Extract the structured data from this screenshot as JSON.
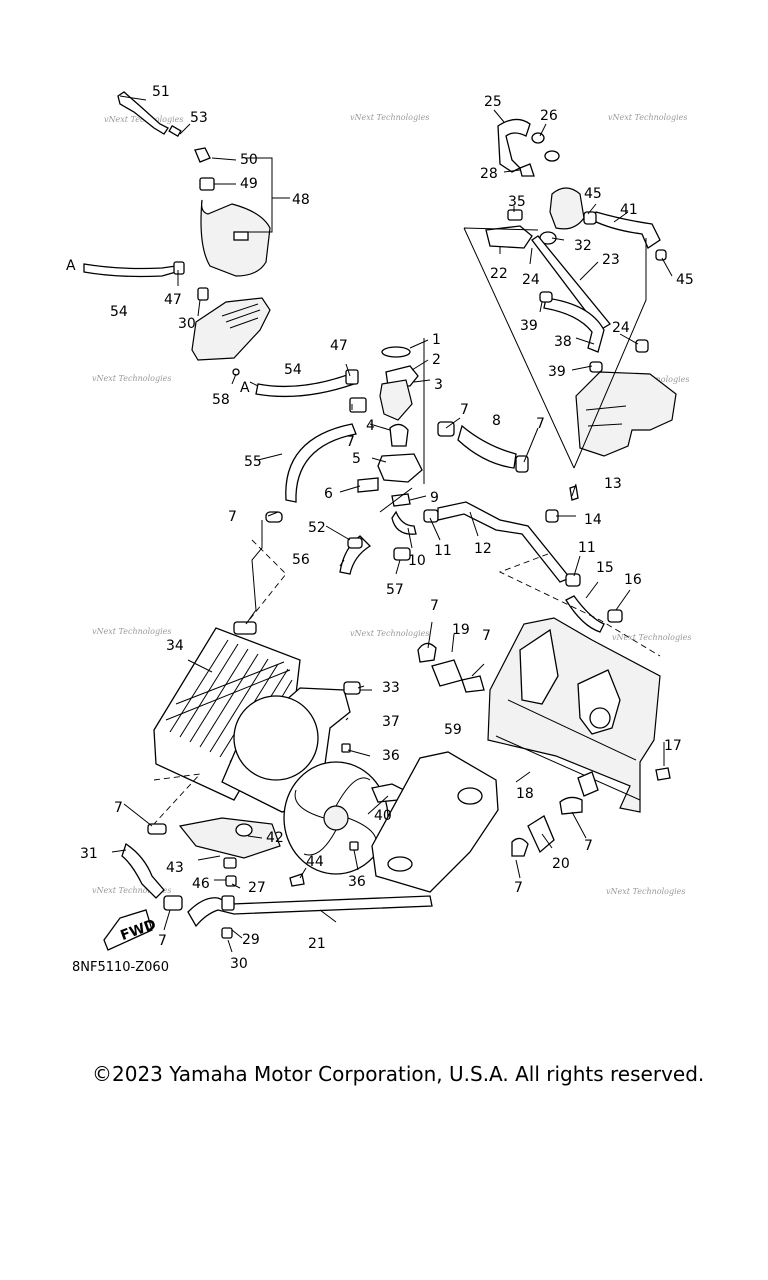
{
  "diagram": {
    "part_labels": [
      {
        "id": "l1",
        "text": "1"
      },
      {
        "id": "l2",
        "text": "2"
      },
      {
        "id": "l3",
        "text": "3"
      },
      {
        "id": "l4",
        "text": "4"
      },
      {
        "id": "l5",
        "text": "5"
      },
      {
        "id": "l6",
        "text": "6"
      },
      {
        "id": "l7a",
        "text": "7"
      },
      {
        "id": "l7b",
        "text": "7"
      },
      {
        "id": "l7c",
        "text": "7"
      },
      {
        "id": "l7d",
        "text": "7"
      },
      {
        "id": "l7e",
        "text": "7"
      },
      {
        "id": "l7f",
        "text": "7"
      },
      {
        "id": "l7g",
        "text": "7"
      },
      {
        "id": "l7h",
        "text": "7"
      },
      {
        "id": "l7i",
        "text": "7"
      },
      {
        "id": "l7j",
        "text": "7"
      },
      {
        "id": "l8",
        "text": "8"
      },
      {
        "id": "l9",
        "text": "9"
      },
      {
        "id": "l10",
        "text": "10"
      },
      {
        "id": "l11a",
        "text": "11"
      },
      {
        "id": "l11b",
        "text": "11"
      },
      {
        "id": "l12",
        "text": "12"
      },
      {
        "id": "l13",
        "text": "13"
      },
      {
        "id": "l14",
        "text": "14"
      },
      {
        "id": "l15",
        "text": "15"
      },
      {
        "id": "l16",
        "text": "16"
      },
      {
        "id": "l17",
        "text": "17"
      },
      {
        "id": "l18",
        "text": "18"
      },
      {
        "id": "l19",
        "text": "19"
      },
      {
        "id": "l20",
        "text": "20"
      },
      {
        "id": "l21",
        "text": "21"
      },
      {
        "id": "l22",
        "text": "22"
      },
      {
        "id": "l23",
        "text": "23"
      },
      {
        "id": "l24a",
        "text": "24"
      },
      {
        "id": "l24b",
        "text": "24"
      },
      {
        "id": "l25",
        "text": "25"
      },
      {
        "id": "l26",
        "text": "26"
      },
      {
        "id": "l27",
        "text": "27"
      },
      {
        "id": "l28",
        "text": "28"
      },
      {
        "id": "l29",
        "text": "29"
      },
      {
        "id": "l30a",
        "text": "30"
      },
      {
        "id": "l30b",
        "text": "30"
      },
      {
        "id": "l31",
        "text": "31"
      },
      {
        "id": "l32",
        "text": "32"
      },
      {
        "id": "l33",
        "text": "33"
      },
      {
        "id": "l34",
        "text": "34"
      },
      {
        "id": "l35",
        "text": "35"
      },
      {
        "id": "l36a",
        "text": "36"
      },
      {
        "id": "l36b",
        "text": "36"
      },
      {
        "id": "l37",
        "text": "37"
      },
      {
        "id": "l38",
        "text": "38"
      },
      {
        "id": "l39a",
        "text": "39"
      },
      {
        "id": "l39b",
        "text": "39"
      },
      {
        "id": "l40",
        "text": "40"
      },
      {
        "id": "l41",
        "text": "41"
      },
      {
        "id": "l42",
        "text": "42"
      },
      {
        "id": "l43",
        "text": "43"
      },
      {
        "id": "l44",
        "text": "44"
      },
      {
        "id": "l45a",
        "text": "45"
      },
      {
        "id": "l45b",
        "text": "45"
      },
      {
        "id": "l46",
        "text": "46"
      },
      {
        "id": "l47a",
        "text": "47"
      },
      {
        "id": "l47b",
        "text": "47"
      },
      {
        "id": "l48",
        "text": "48"
      },
      {
        "id": "l49",
        "text": "49"
      },
      {
        "id": "l50",
        "text": "50"
      },
      {
        "id": "l51",
        "text": "51"
      },
      {
        "id": "l52",
        "text": "52"
      },
      {
        "id": "l53",
        "text": "53"
      },
      {
        "id": "l54a",
        "text": "54"
      },
      {
        "id": "l54b",
        "text": "54"
      },
      {
        "id": "l55",
        "text": "55"
      },
      {
        "id": "l56",
        "text": "56"
      },
      {
        "id": "l57",
        "text": "57"
      },
      {
        "id": "l58",
        "text": "58"
      },
      {
        "id": "l59",
        "text": "59"
      },
      {
        "id": "lAa",
        "text": "A"
      },
      {
        "id": "lAb",
        "text": "A"
      }
    ],
    "fwd_label": "FWD",
    "watermark": "vNext Technologies",
    "diagram_code": "8NF5110-Z060"
  },
  "footer": {
    "copyright": "©2023 Yamaha Motor Corporation, U.S.A. All rights reserved."
  }
}
